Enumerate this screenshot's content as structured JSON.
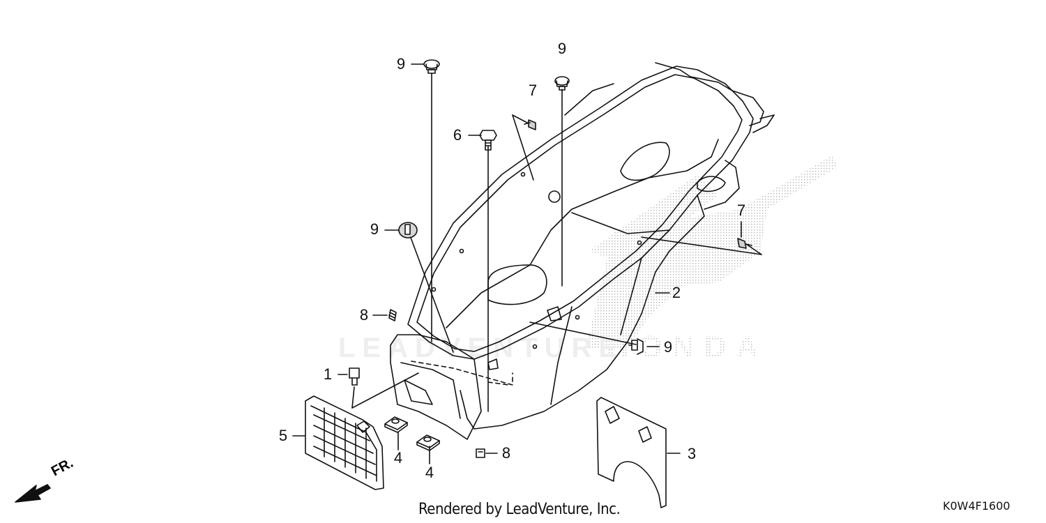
{
  "diagram": {
    "callouts": [
      {
        "id": "c1",
        "text": "1"
      },
      {
        "id": "c2",
        "text": "2"
      },
      {
        "id": "c3",
        "text": "3"
      },
      {
        "id": "c4a",
        "text": "4"
      },
      {
        "id": "c4b",
        "text": "4"
      },
      {
        "id": "c5",
        "text": "5"
      },
      {
        "id": "c6",
        "text": "6"
      },
      {
        "id": "c7a",
        "text": "7"
      },
      {
        "id": "c7b",
        "text": "7"
      },
      {
        "id": "c8a",
        "text": "8"
      },
      {
        "id": "c8b",
        "text": "8"
      },
      {
        "id": "c9a",
        "text": "9"
      },
      {
        "id": "c9b",
        "text": "9"
      },
      {
        "id": "c9c",
        "text": "9"
      },
      {
        "id": "c9d",
        "text": "9"
      }
    ],
    "front_indicator": "FR.",
    "footer_text": "Rendered by LeadVenture, Inc.",
    "diagram_code": "K0W4F1600",
    "watermark_left": "LEADVENTURE",
    "watermark_right": "HONDA"
  },
  "colors": {
    "line": "#111111",
    "watermark_dots": "#b8b8b8",
    "background": "#ffffff"
  }
}
